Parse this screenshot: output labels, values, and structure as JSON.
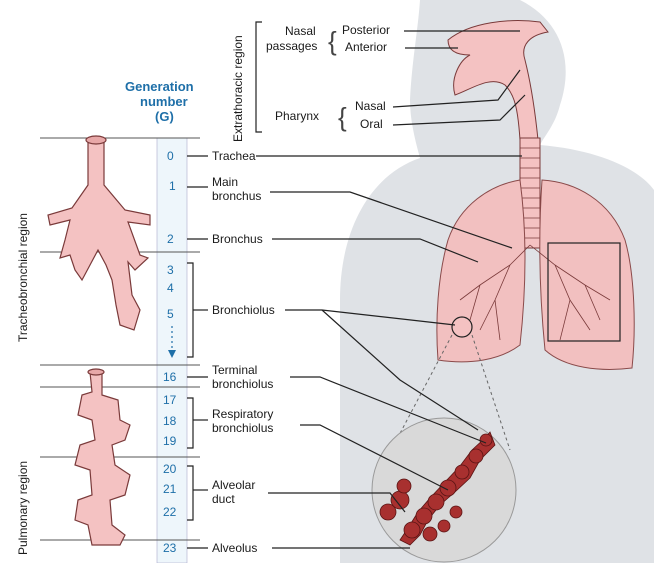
{
  "header": {
    "generation_line1": "Generation",
    "generation_line2": "number",
    "generation_line3": "(G)",
    "extrathoracic_region": "Extrathoracic region",
    "tracheobronchial_region": "Tracheobronchial region",
    "pulmonary_region": "Pulmonary region"
  },
  "extrathoracic": {
    "nasal_passages_line1": "Nasal",
    "nasal_passages_line2": "passages",
    "posterior": "Posterior",
    "anterior": "Anterior",
    "pharynx": "Pharynx",
    "nasal": "Nasal",
    "oral": "Oral"
  },
  "generations": {
    "g0": "0",
    "g1": "1",
    "g2": "2",
    "g3": "3",
    "g4": "4",
    "g5": "5",
    "g16": "16",
    "g17": "17",
    "g18": "18",
    "g19": "19",
    "g20": "20",
    "g21": "21",
    "g22": "22",
    "g23": "23"
  },
  "labels": {
    "trachea": "Trachea",
    "main_bronchus_line1": "Main",
    "main_bronchus_line2": "bronchus",
    "bronchus": "Bronchus",
    "bronchiolus": "Bronchiolus",
    "terminal_line1": "Terminal",
    "terminal_line2": "bronchiolus",
    "respiratory_line1": "Respiratory",
    "respiratory_line2": "bronchiolus",
    "alveolar_line1": "Alveolar",
    "alveolar_line2": "duct",
    "alveolus": "Alveolus"
  },
  "colors": {
    "airway_pink": "#f4c2c2",
    "airway_outline": "#7a3a3a",
    "generation_blue": "#1e6fa8",
    "silhouette_grey": "#dfe2e6",
    "alveoli_red": "#a8302f"
  }
}
